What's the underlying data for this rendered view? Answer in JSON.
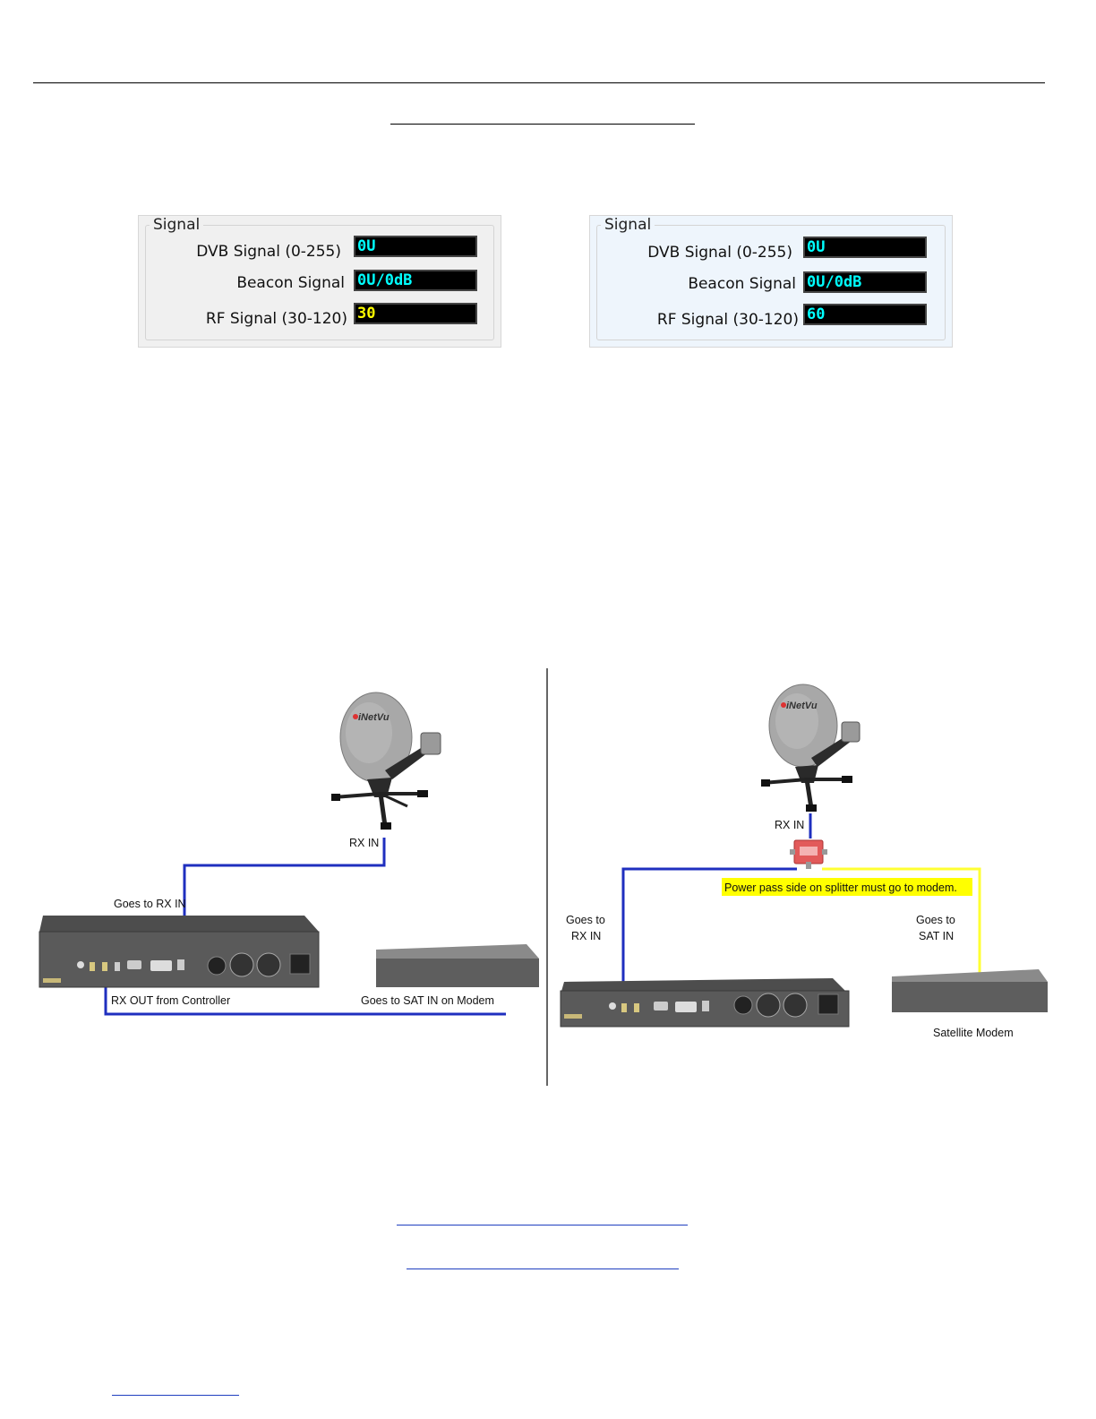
{
  "panels": {
    "left": {
      "title": "Signal",
      "dvb_label": "DVB Signal (0-255)",
      "dvb_value": "0U",
      "beacon_label": "Beacon Signal",
      "beacon_value": "0U/0dB",
      "rf_label": "RF Signal (30-120)",
      "rf_value": "30",
      "rf_value_color": "#ffff00"
    },
    "right": {
      "title": "Signal",
      "dvb_label": "DVB Signal (0-255)",
      "dvb_value": "0U",
      "beacon_label": "Beacon Signal",
      "beacon_value": "0U/0dB",
      "rf_label": "RF Signal (30-120)",
      "rf_value": "60",
      "rf_value_color": "#00ffff"
    }
  },
  "diagram_left": {
    "dish_logo": "iNetVu",
    "rx_in": "RX IN",
    "goes_to_rx_in": "Goes to RX IN",
    "rx_out": "RX OUT from Controller",
    "goes_to_sat_in": "Goes to SAT IN on Modem",
    "cable_color": "#1f2fbf"
  },
  "diagram_right": {
    "dish_logo": "iNetVu",
    "rx_in": "RX IN",
    "splitter_note": "Power pass side on splitter must go to modem.",
    "goes_to_rx_in_line1": "Goes to",
    "goes_to_rx_in_line2": "RX IN",
    "goes_to_sat_in_line1": "Goes to",
    "goes_to_sat_in_line2": "SAT IN",
    "modem_label": "Satellite Modem",
    "cable_color": "#1f2fbf",
    "power_pass_color": "#ffff33"
  }
}
